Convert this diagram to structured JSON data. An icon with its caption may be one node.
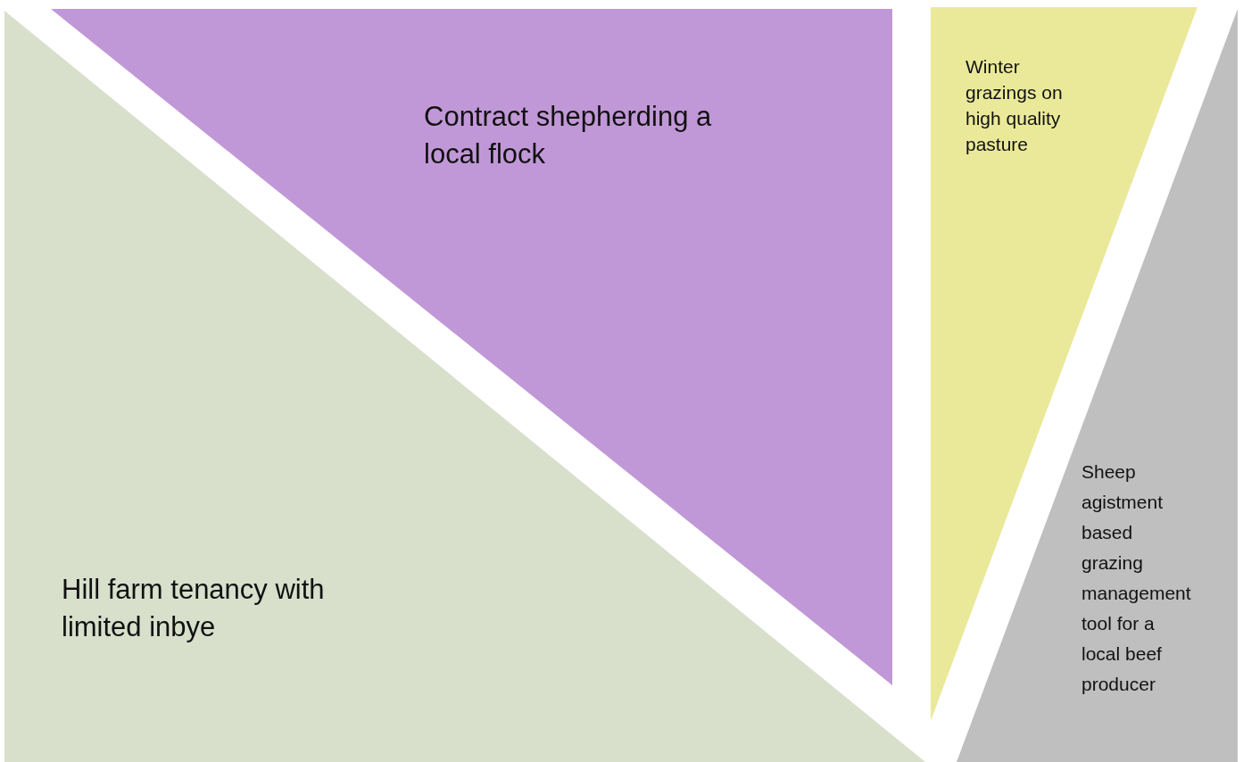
{
  "diagram": {
    "nodes": [
      {
        "text": [
          "Hill farm tenancy with limited inbye"
        ]
      },
      {
        "text": [
          "Contract shepherding a local flock"
        ]
      },
      {
        "text": [
          "Winter grazings on high quality pasture"
        ]
      },
      {
        "text": [
          "Sheep agistment based grazing management tool for a local beef producer"
        ]
      }
    ]
  }
}
